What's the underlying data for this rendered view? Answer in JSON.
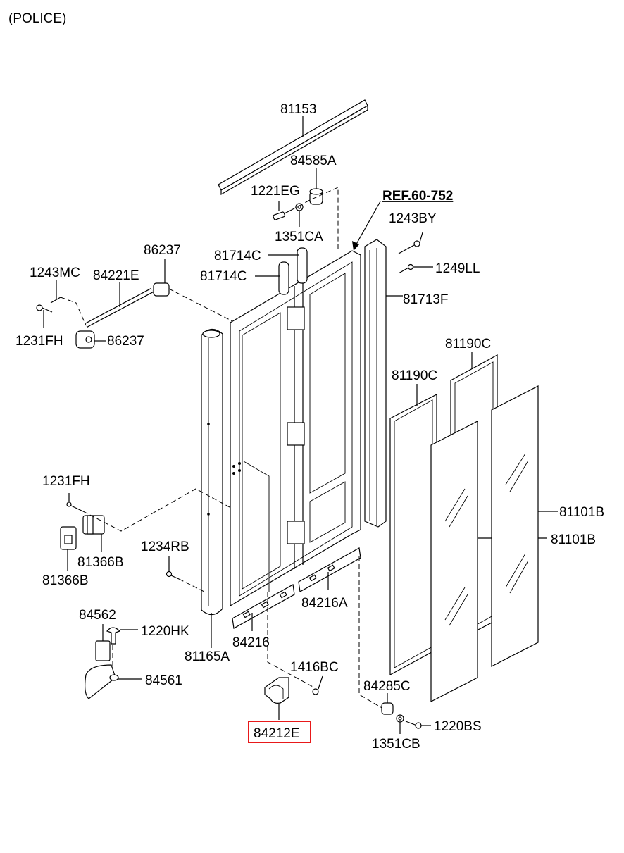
{
  "header": {
    "variant": "(POLICE)"
  },
  "reference": "REF.60-752",
  "highlight_color": "#e8191a",
  "labels": {
    "p81153": "81153",
    "p84585A": "84585A",
    "p1221EG": "1221EG",
    "p1351CA": "1351CA",
    "p1243BY": "1243BY",
    "p86237_top": "86237",
    "p81714C_a": "81714C",
    "p81714C_b": "81714C",
    "p1249LL": "1249LL",
    "p81713F": "81713F",
    "p1243MC": "1243MC",
    "p84221E": "84221E",
    "p1231FH_top": "1231FH",
    "p86237_bottom": "86237",
    "p81190C_right": "81190C",
    "p81190C_left": "81190C",
    "p1231FH_mid": "1231FH",
    "p81101B_upper": "81101B",
    "p81101B_lower": "81101B",
    "p81366B_right": "81366B",
    "p81366B_left": "81366B",
    "p1234RB": "1234RB",
    "p84216A": "84216A",
    "p84562": "84562",
    "p1220HK": "1220HK",
    "p84216": "84216",
    "p81165A": "81165A",
    "p1416BC": "1416BC",
    "p84561": "84561",
    "p84285C": "84285C",
    "p84212E": "84212E",
    "p1220BS": "1220BS",
    "p1351CB": "1351CB"
  }
}
